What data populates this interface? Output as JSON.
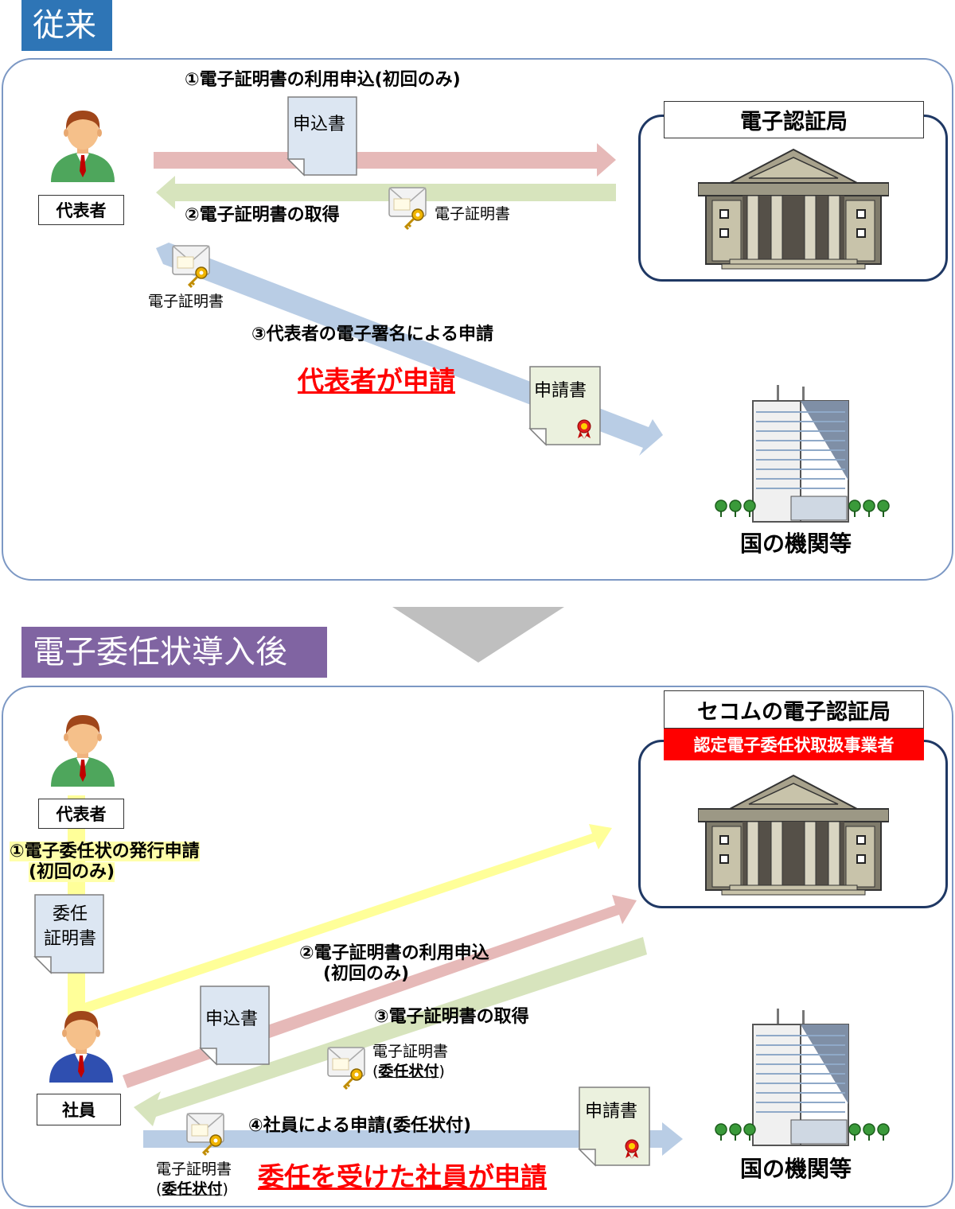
{
  "colors": {
    "header_before": "#2e75b6",
    "header_after": "#8064a2",
    "panel_border": "#7c98c4",
    "office_border": "#1f3864",
    "arrow_red": "#e6b9b8",
    "arrow_green": "#d7e4bd",
    "arrow_blue": "#b9cde5",
    "arrow_yellow": "#ffff99",
    "transition_arrow": "#bfbfbf",
    "emphasis_red": "#ff0000"
  },
  "before": {
    "header": "従来",
    "ca_title": "電子認証局",
    "representative_label": "代表者",
    "step1": "①電子証明書の利用申込(初回のみ)",
    "application_form": "申込書",
    "step2": "②電子証明書の取得",
    "cert_label_top": "電子証明書",
    "cert_label_left": "電子証明書",
    "step3": "③代表者の電子署名による申請",
    "emphasis": "代表者が申請",
    "application_doc": "申請書",
    "ministry": "国の機関等"
  },
  "after": {
    "header": "電子委任状導入後",
    "ca_title": "セコムの電子認証局",
    "ca_badge": "認定電子委任状取扱事業者",
    "representative_label": "代表者",
    "step1_line1": "①電子委任状の発行申請",
    "step1_line2": "(初回のみ)",
    "delegation_doc_line1": "委任",
    "delegation_doc_line2": "証明書",
    "employee_label": "社員",
    "step2_line1": "②電子証明書の利用申込",
    "step2_line2": "(初回のみ)",
    "application_form": "申込書",
    "step3": "③電子証明書の取得",
    "cert_mid_line1": "電子証明書",
    "cert_mid_line2_open": "(",
    "cert_mid_line2_text": "委任状付",
    "cert_mid_line2_close": ")",
    "step4": "④社員による申請(委任状付)",
    "application_doc": "申請書",
    "cert_bottom_line1": "電子証明書",
    "cert_bottom_line2_open": "(",
    "cert_bottom_line2_text": "委任状付",
    "cert_bottom_line2_close": ")",
    "emphasis": "委任を受けた社員が申請",
    "ministry": "国の機関等"
  },
  "icons": {
    "person": "businessman-icon",
    "building_ca": "government-building-icon",
    "building_ministry": "office-tower-icon",
    "certificate": "certificate-key-icon",
    "document": "document-page-icon",
    "seal": "rosette-seal-icon"
  }
}
